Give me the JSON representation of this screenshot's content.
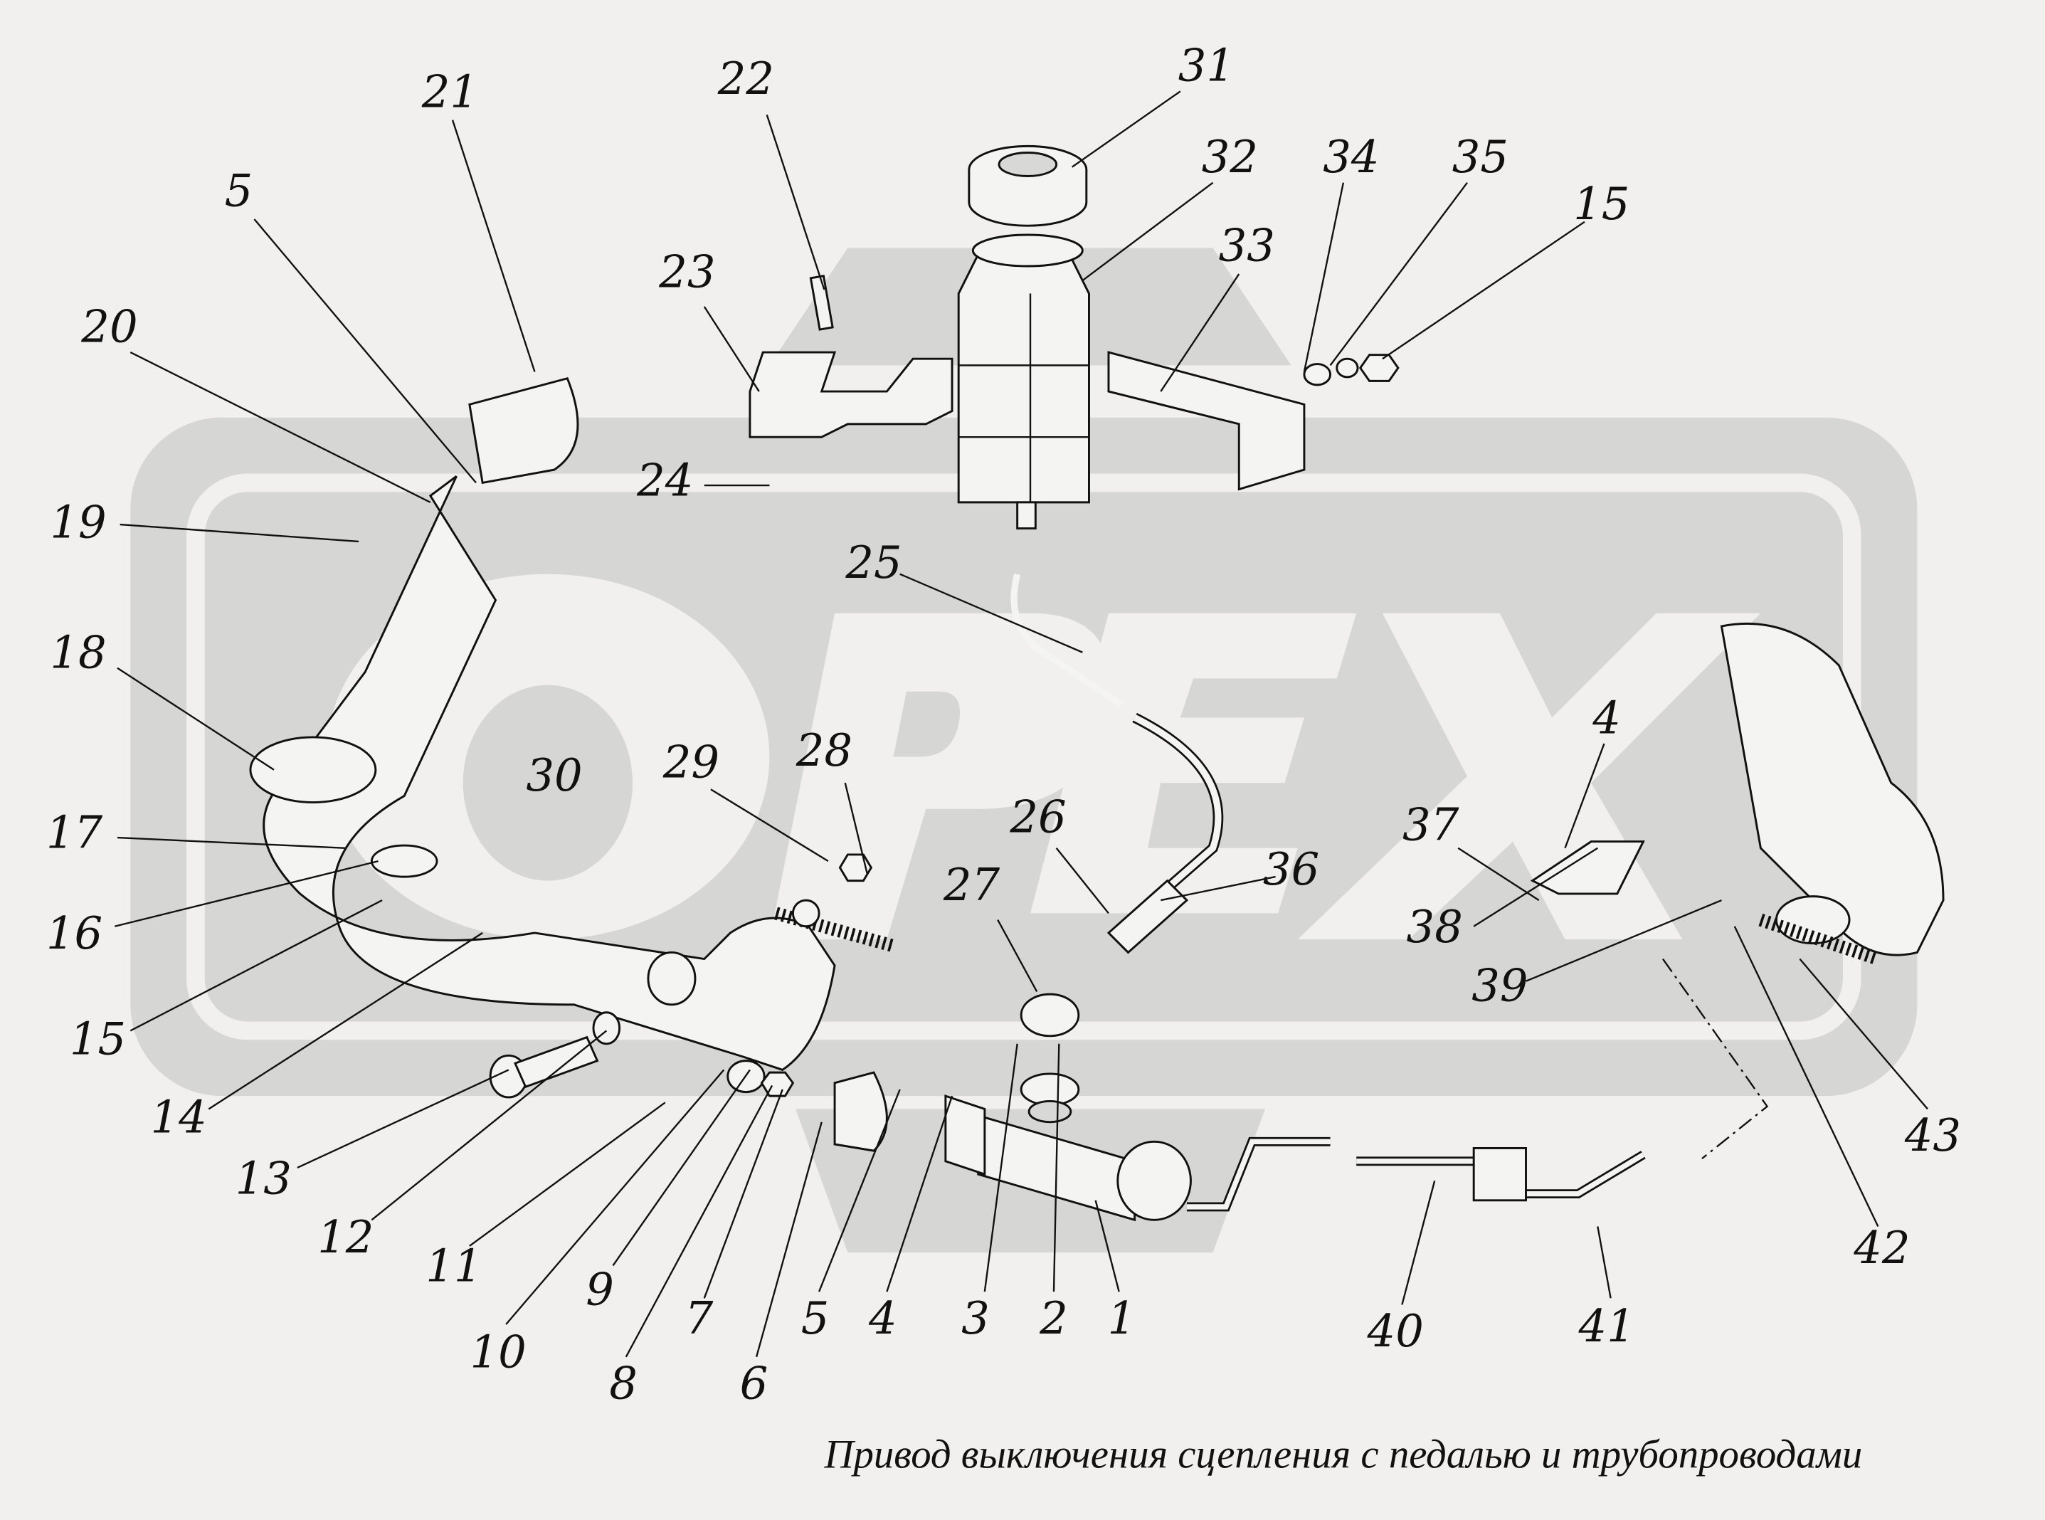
{
  "diagram": {
    "watermark_logo": "ОРЕХ",
    "caption": "Привод выключения сцепления с педалью и трубопроводами",
    "callouts": [
      "21",
      "5",
      "22",
      "31",
      "32",
      "23",
      "20",
      "33",
      "34",
      "35",
      "15",
      "24",
      "19",
      "25",
      "18",
      "17",
      "16",
      "30",
      "29",
      "28",
      "26",
      "27",
      "36",
      "37",
      "4",
      "38",
      "39",
      "15",
      "14",
      "43",
      "42",
      "13",
      "12",
      "11",
      "10",
      "9",
      "8",
      "7",
      "6",
      "5",
      "4",
      "3",
      "2",
      "1",
      "40",
      "41"
    ]
  }
}
